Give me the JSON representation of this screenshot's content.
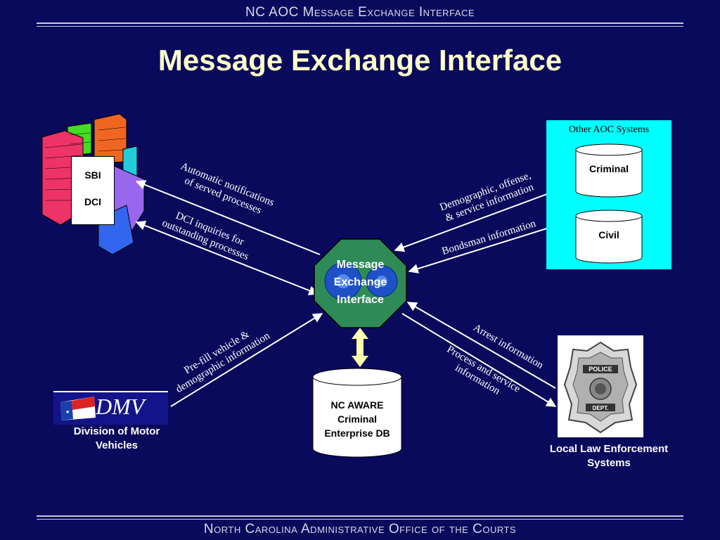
{
  "header": {
    "top_title": "NC AOC Message Exchange Interface",
    "footer_title": "North Carolina Administrative Office of the Courts"
  },
  "slide": {
    "title": "Message Exchange Interface"
  },
  "nodes": {
    "sbi": {
      "line1": "SBI",
      "line2": "DCI"
    },
    "mei": {
      "line1": "Message",
      "line2": "Exchange",
      "line3": "Interface"
    },
    "aoc": {
      "title": "Other AOC Systems",
      "criminal": "Criminal",
      "civil": "Civil"
    },
    "aware": {
      "line1": "NC AWARE",
      "line2": "Criminal",
      "line3": "Enterprise DB"
    },
    "dmv": {
      "logo": "DMV",
      "line1": "Division of Motor",
      "line2": "Vehicles"
    },
    "lle": {
      "line1": "Local Law Enforcement",
      "line2": "Systems",
      "badge_top": "POLICE",
      "badge_bottom": "DEPT."
    }
  },
  "edges": {
    "auto_notif": {
      "line1": "Automatic notifications",
      "line2": "of served processes"
    },
    "dci_inq": {
      "line1": "DCI inquiries for",
      "line2": "outstanding processes"
    },
    "demographic": {
      "line1": "Demographic, offense,",
      "line2": "& service information"
    },
    "bondsman": {
      "line1": "Bondsman information"
    },
    "prefill": {
      "line1": "Pre-fill vehicle &",
      "line2": "demographic information"
    },
    "arrest": {
      "line1": "Arrest information"
    },
    "process": {
      "line1": "Process and service",
      "line2": "information"
    }
  },
  "colors": {
    "background": "#0a0a5c",
    "title": "#ffffc8",
    "mei_fill": "#2e8b57",
    "gear": "#1e50c8",
    "aoc_box": "#00ffff",
    "arrow": "#ffffff",
    "aware_arrow": "#ffffaa"
  }
}
